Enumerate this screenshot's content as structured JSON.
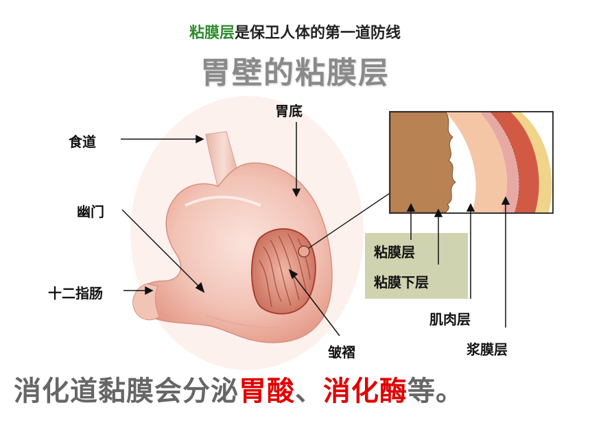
{
  "header": {
    "highlight": "粘膜层",
    "rest": "是保卫人体的第一道防线"
  },
  "title": "胃壁的粘膜层",
  "stomach_labels": {
    "esophagus": "食道",
    "fundus": "胃底",
    "pylorus": "幽门",
    "duodenum": "十二指肠",
    "rugae": "皱褶"
  },
  "layer_labels": {
    "mucosa": "粘膜层",
    "submucosa": "粘膜下层",
    "muscularis": "肌肉层",
    "serosa": "浆膜层"
  },
  "footer": {
    "part1": "消化道黏膜会分泌",
    "acid": "胃酸",
    "sep": "、",
    "enzyme": "消化酶",
    "part2": "等。"
  },
  "colors": {
    "highlight_green": "#2e8b2e",
    "emphasis_red": "#e00000",
    "title_gray": "#8a8a8a",
    "legend_box": "#cfd3b0"
  }
}
